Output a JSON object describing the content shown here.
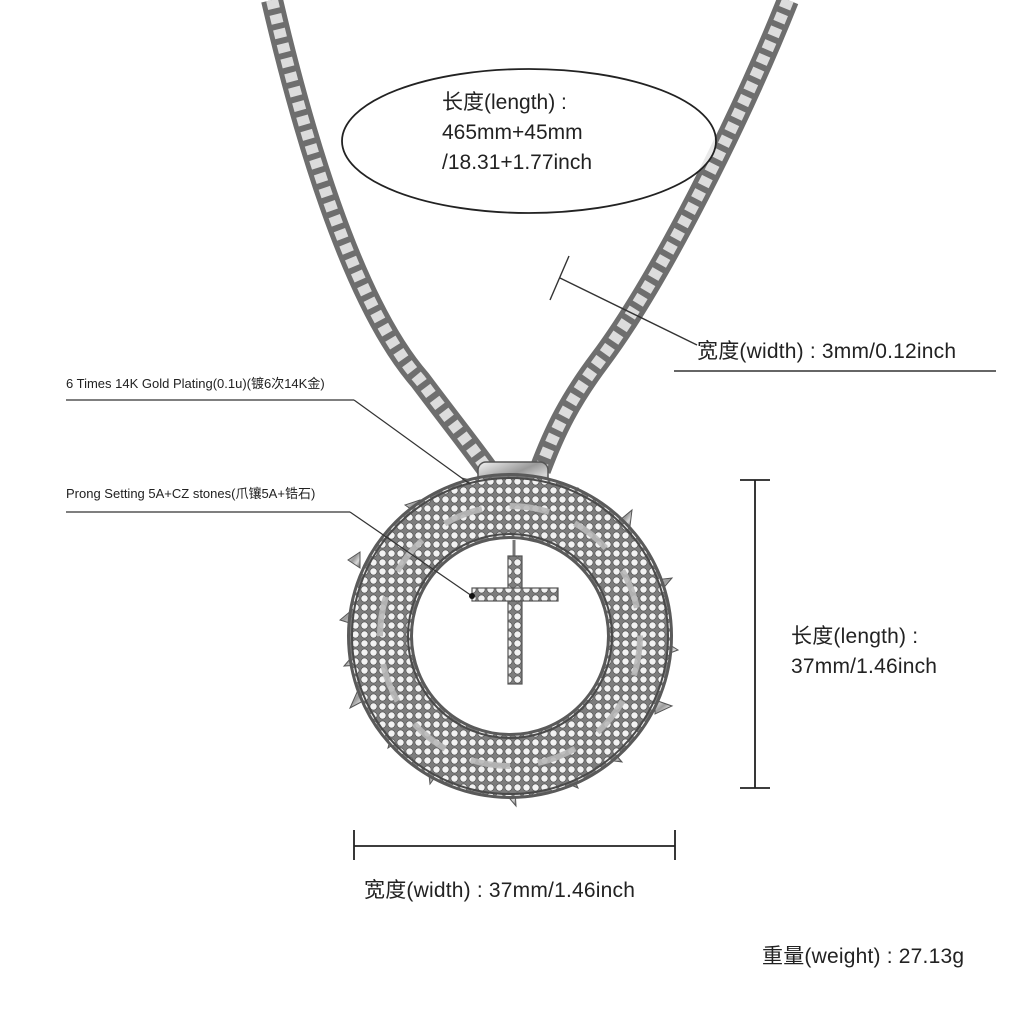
{
  "chain_length": {
    "line1": "长度(length) :",
    "line2": "465mm+45mm",
    "line3": "/18.31+1.77inch"
  },
  "chain_width": "宽度(width) : 3mm/0.12inch",
  "plating": "6 Times  14K  Gold  Plating(0.1u)(镀6次14K金)",
  "setting": "Prong Setting 5A+CZ stones(爪镶5A+锆石)",
  "pendant_length": {
    "line1": "长度(length) :",
    "line2": "37mm/1.46inch"
  },
  "pendant_width": "宽度(width) : 37mm/1.46inch",
  "weight": "重量(weight) : 27.13g"
}
